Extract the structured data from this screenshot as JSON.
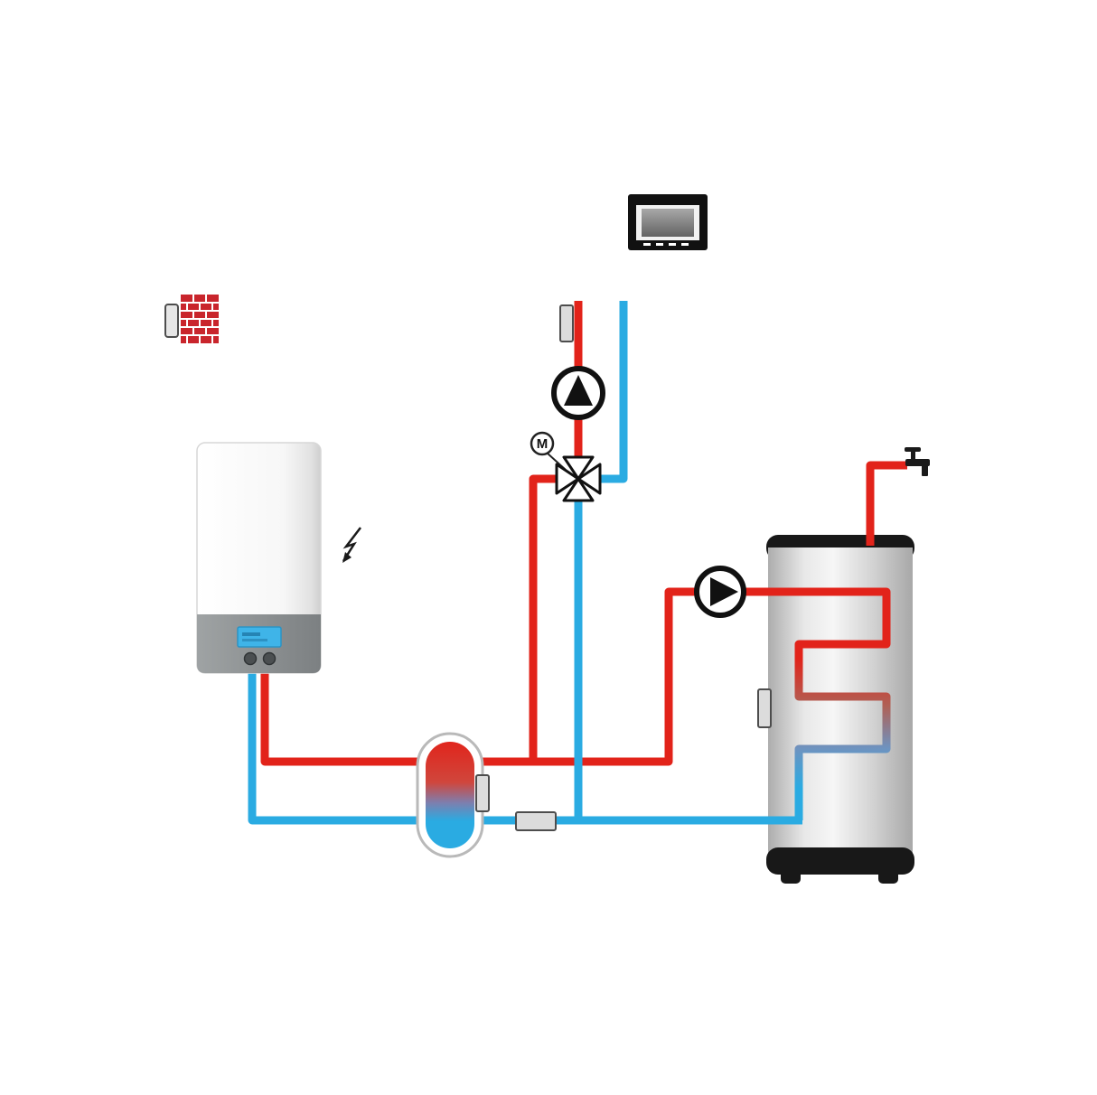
{
  "diagram": {
    "type": "hydronic-heating-system-schematic",
    "labels": {
      "mixing_valve_motor": "M"
    },
    "colors": {
      "hot_pipe": "#e2231a",
      "cold_pipe": "#2aabe2",
      "component_outline": "#111111",
      "tank_cap": "#181818",
      "boiler_panel_gray": "#87898b",
      "boiler_display_blue": "#3fb4e8",
      "brick_red": "#c9252c",
      "sensor_gray": "#dcdcdc"
    },
    "components": [
      "outdoor-sensor-on-brick-wall",
      "room-controller",
      "wall-boiler",
      "boiler-display",
      "power-supply-arrow",
      "flow-temperature-sensor",
      "heating-circulation-pump",
      "motorized-mixing-valve",
      "hydraulic-separator",
      "separator-sensor",
      "return-pipe-sensor",
      "tank-loading-pump",
      "storage-tank",
      "tank-temperature-sensor",
      "tank-heating-coil",
      "hot-water-tap"
    ]
  }
}
